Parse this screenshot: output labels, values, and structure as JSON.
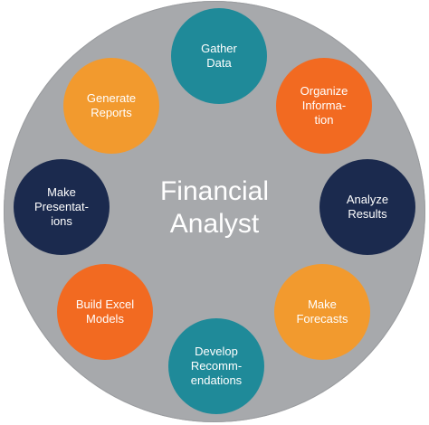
{
  "title": {
    "line1": "Financial",
    "line2": "Analyst"
  },
  "colors": {
    "background_circle": "#a7a9ac",
    "teal": "#1f8a99",
    "orange_light": "#f29a2e",
    "orange_dark": "#f26a21",
    "navy": "#1b2a4e"
  },
  "nodes": [
    {
      "label": "Gather\nData",
      "color": "teal"
    },
    {
      "label": "Organize\nInforma-\ntion",
      "color": "orange_dark"
    },
    {
      "label": "Analyze\nResults",
      "color": "navy"
    },
    {
      "label": "Make\nForecasts",
      "color": "orange_light"
    },
    {
      "label": "Develop\nRecomm-\nendations",
      "color": "teal"
    },
    {
      "label": "Build Excel\nModels",
      "color": "orange_dark"
    },
    {
      "label": "Make\nPresentat-\nions",
      "color": "navy"
    },
    {
      "label": "Generate\nReports",
      "color": "orange_light"
    }
  ]
}
